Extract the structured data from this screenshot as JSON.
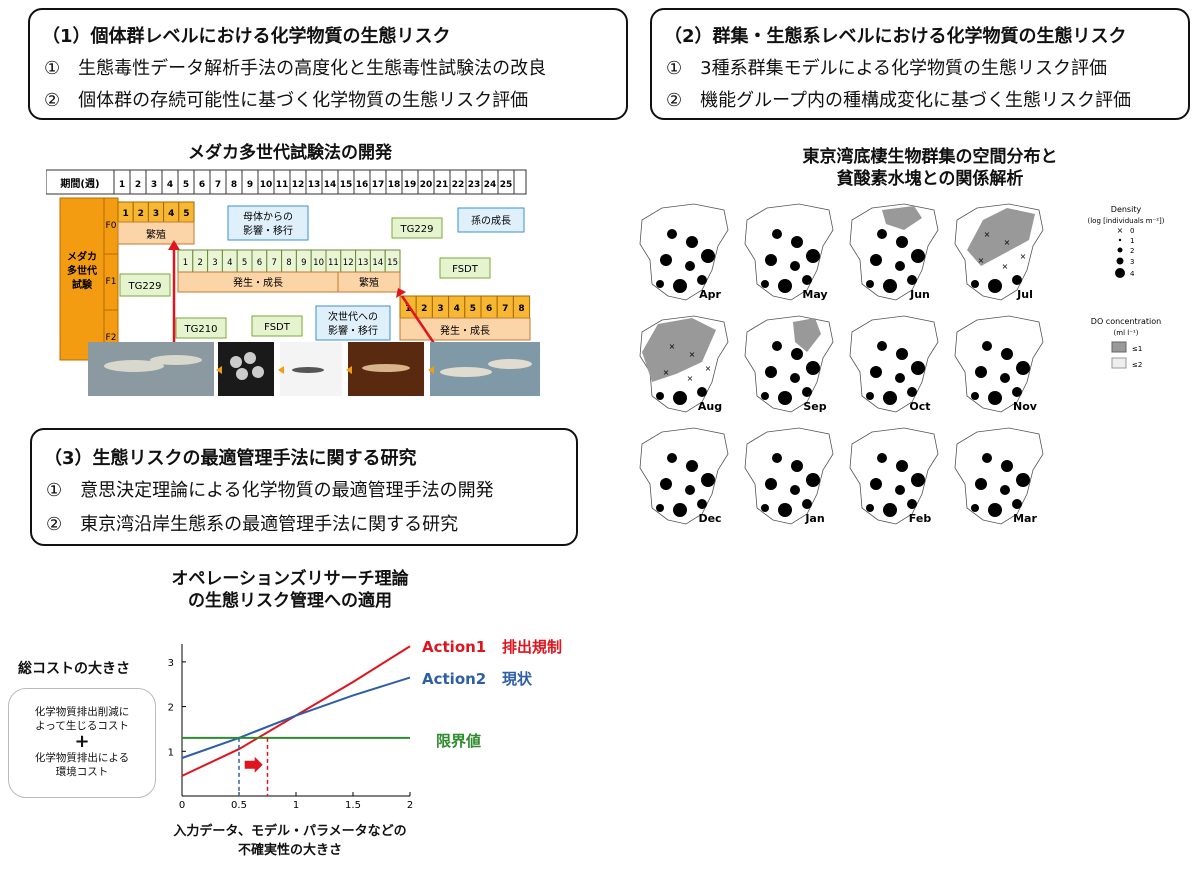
{
  "box1": {
    "title": "（1）個体群レベルにおける化学物質の生態リスク",
    "item1": "①　生態毒性データ解析手法の高度化と生態毒性試験法の改良",
    "item2": "②　個体群の存続可能性に基づく化学物質の生態リスク評価"
  },
  "box2": {
    "title": "（2）群集・生態系レベルにおける化学物質の生態リスク",
    "item1": "①　3種系群集モデルによる化学物質の生態リスク評価",
    "item2": "②　機能グループ内の種構成変化に基づく生態リスク評価"
  },
  "box3": {
    "title": "（3）生態リスクの最適管理手法に関する研究",
    "item1": "①　意思決定理論による化学物質の最適管理手法の開発",
    "item2": "②　東京湾沿岸生態系の最適管理手法に関する研究"
  },
  "medaka": {
    "title": "メダカ多世代試験法の開発",
    "period_label": "期間(週)",
    "weeks": [
      "1",
      "2",
      "3",
      "4",
      "5",
      "6",
      "7",
      "8",
      "9",
      "10",
      "11",
      "12",
      "13",
      "14",
      "15",
      "16",
      "17",
      "18",
      "19",
      "20",
      "21",
      "22",
      "23",
      "24",
      "25"
    ],
    "side_label": "メダカ\n多世代\n試験",
    "rows": [
      "F0",
      "F1",
      "F2"
    ],
    "f0_nums": [
      "1",
      "2",
      "3",
      "4",
      "5"
    ],
    "f1_nums": [
      "1",
      "2",
      "3",
      "4",
      "5",
      "6",
      "7",
      "8",
      "9",
      "10",
      "11",
      "12",
      "13",
      "14",
      "15"
    ],
    "f2_nums": [
      "1",
      "2",
      "3",
      "4",
      "5",
      "6",
      "7",
      "8"
    ],
    "breeding": "繁殖",
    "growth": "発生・成長",
    "maternal": "母体からの\n影響・移行",
    "nextgen": "次世代への\n影響・移行",
    "grandchild": "孫の成長",
    "tg229a": "TG229",
    "tg229b": "TG229",
    "tg210": "TG210",
    "fsdt_a": "FSDT",
    "fsdt_b": "FSDT"
  },
  "tokyo": {
    "title_line1": "東京湾底棲生物群集の空間分布と",
    "title_line2": "貧酸素水塊との関係解析",
    "months": [
      "Apr",
      "May",
      "Jun",
      "Jul",
      "Aug",
      "Sep",
      "Oct",
      "Nov",
      "Dec",
      "Jan",
      "Feb",
      "Mar"
    ],
    "legend_density_title1": "Density",
    "legend_density_title2": "(log [individuals m⁻²])",
    "legend_density_vals": [
      "0",
      "1",
      "2",
      "3",
      "4"
    ],
    "legend_do_title1": "DO concentration",
    "legend_do_title2": "(ml l⁻¹)",
    "legend_do_vals": [
      "≤1",
      "≤2"
    ]
  },
  "or": {
    "title_line1": "オペレーションズリサーチ理論",
    "title_line2": "の生態リスク管理への適用",
    "ylabel": "総コストの大きさ",
    "cost1_line1": "化学物質排出削減に",
    "cost1_line2": "よって生じるコスト",
    "plus": "+",
    "cost2_line1": "化学物質排出による",
    "cost2_line2": "環境コスト",
    "xlabel_line1": "入力データ、モデル・パラメータなどの",
    "xlabel_line2": "不確実性の大きさ",
    "action1": "Action1",
    "action1_label": "排出規制",
    "action2": "Action2",
    "action2_label": "現状",
    "threshold": "限界値",
    "xticks": [
      "0",
      "0.5",
      "1",
      "1.5",
      "2"
    ],
    "yticks": [
      "1",
      "2",
      "3"
    ],
    "colors": {
      "action1": "#e0141e",
      "action2": "#2f5ea8",
      "threshold": "#2e8b2e"
    }
  },
  "chart_data": {
    "type": "line",
    "x": [
      0,
      0.5,
      1,
      1.5,
      2
    ],
    "xlim": [
      0,
      2
    ],
    "ylim": [
      0,
      3.4
    ],
    "xticks": [
      0,
      0.5,
      1,
      1.5,
      2
    ],
    "yticks": [
      1,
      2,
      3
    ],
    "series": [
      {
        "name": "Action1 排出規制",
        "values": [
          0.45,
          1.05,
          1.8,
          2.55,
          3.35
        ]
      },
      {
        "name": "Action2 現状",
        "values": [
          0.85,
          1.3,
          1.8,
          2.25,
          2.65
        ]
      },
      {
        "name": "限界値",
        "values": [
          1.3,
          1.3,
          1.3,
          1.3,
          1.3
        ]
      }
    ],
    "annotations": [
      {
        "x": 0.5,
        "kind": "dashed-vertical"
      },
      {
        "x": 0.75,
        "kind": "dashed-vertical"
      }
    ]
  }
}
